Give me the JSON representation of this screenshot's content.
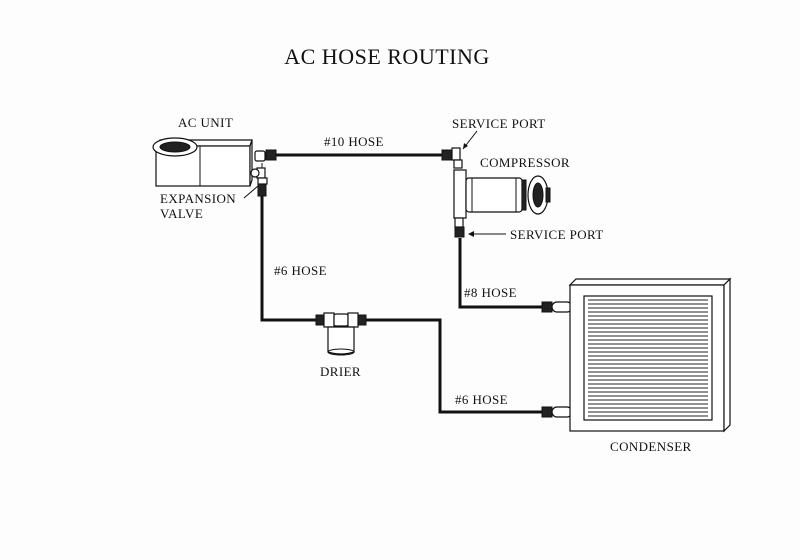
{
  "title": "AC HOSE ROUTING",
  "labels": {
    "ac_unit": "AC UNIT",
    "expansion_valve_1": "EXPANSION",
    "expansion_valve_2": "VALVE",
    "hose_10": "#10 HOSE",
    "service_port_top": "SERVICE PORT",
    "compressor": "COMPRESSOR",
    "service_port_bottom": "SERVICE PORT",
    "hose_6_left": "#6 HOSE",
    "hose_8": "#8 HOSE",
    "drier": "DRIER",
    "hose_6_bottom": "#6 HOSE",
    "condenser": "CONDENSER"
  }
}
